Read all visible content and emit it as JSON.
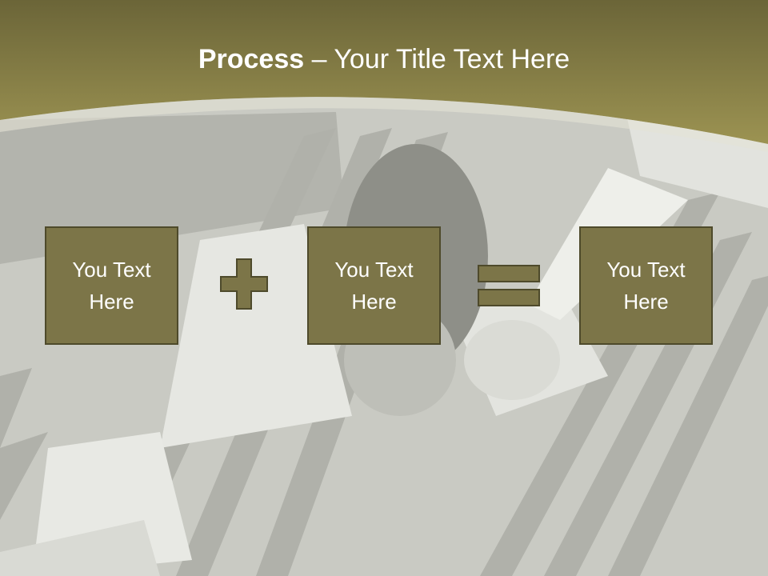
{
  "title": {
    "bold": "Process",
    "rest": " – Your Title Text Here"
  },
  "boxes": [
    {
      "label": "You Text Here"
    },
    {
      "label": "You Text Here"
    },
    {
      "label": "You Text Here"
    }
  ],
  "operators": [
    "plus-icon",
    "equals-icon"
  ],
  "colors": {
    "header_dark": "#6b6538",
    "header_light": "#9c9352",
    "box_fill": "#7c7548",
    "box_border": "#4e4a2b",
    "operator": "#7c7548",
    "title_text": "#ffffff",
    "photo_overlay": "#cfd0c9"
  }
}
